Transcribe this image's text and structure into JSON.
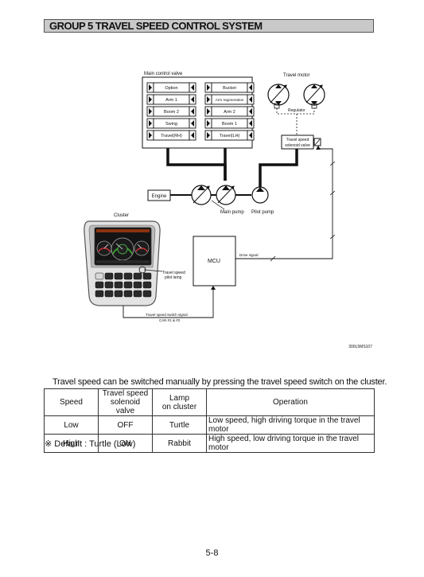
{
  "header": {
    "title": "GROUP  5  TRAVEL SPEED CONTROL SYSTEM"
  },
  "diagram": {
    "main_control_valve": "Main control valve",
    "travel_motor": "Travel motor",
    "regulator": "Regulator",
    "valve_spools_left": [
      "Option",
      "Arm 1",
      "Boom 2",
      "Swing",
      "Travel(RH)"
    ],
    "valve_spools_right": [
      "Bucket",
      "Arm regeneration",
      "Arm 2",
      "Boom 1",
      "Travel(LH)"
    ],
    "solenoid_line1": "Travel speed",
    "solenoid_line2": "solenoid valve",
    "engine": "Engine",
    "main_pump": "Main pump",
    "pilot_pump": "Pilot pump",
    "cluster": "Cluster",
    "mcu": "MCU",
    "drive_signal": "Drive signal",
    "pilot_lamp_line1": "Travel speed",
    "pilot_lamp_line2": "pilot lamp",
    "switch_signal_line1": "Travel speed switch signal",
    "switch_signal_line2": "CAN #1 & #2",
    "figure_code": "300L5MS107"
  },
  "intro": "Travel speed can be switched manually by pressing the travel speed switch on the cluster.",
  "table": {
    "headers": [
      [
        "Speed"
      ],
      [
        "Travel speed",
        "solenoid valve"
      ],
      [
        "Lamp",
        "on cluster"
      ],
      [
        "Operation"
      ]
    ],
    "rows": [
      [
        "Low",
        "OFF",
        "Turtle",
        "Low speed, high driving torque in the travel motor"
      ],
      [
        "High",
        "ON",
        "Rabbit",
        "High speed, low driving torque in the travel motor"
      ]
    ]
  },
  "note": "※ Default : Turtle (Low)",
  "page_number": "5-8"
}
